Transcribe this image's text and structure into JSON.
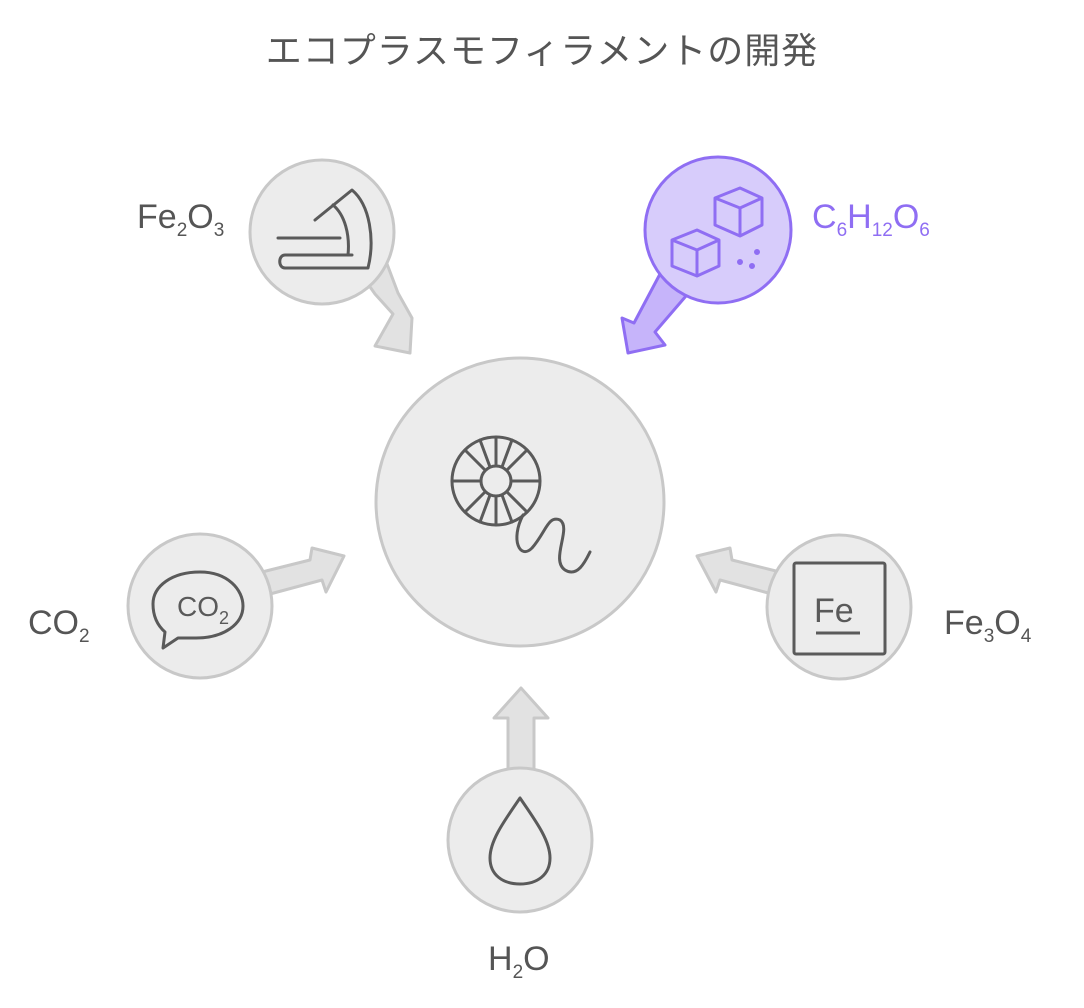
{
  "title": "エコプラスモフィラメントの開発",
  "colors": {
    "node_fill": "#ececec",
    "node_stroke": "#c8c8c8",
    "icon_stroke": "#5a5a5a",
    "accent_fill": "#d7ccfb",
    "accent_stroke": "#8f6ef3"
  },
  "center": {
    "icon": "filament-spool-icon"
  },
  "inputs": [
    {
      "id": "fe2o3",
      "icon": "microscope-icon",
      "label": {
        "base1": "Fe",
        "sub1": "2",
        "base2": "O",
        "sub2": "3"
      },
      "highlighted": false
    },
    {
      "id": "glucose",
      "icon": "sugar-cubes-icon",
      "label": {
        "base1": "C",
        "sub1": "6",
        "base2": "H",
        "sub2": "12",
        "base3": "O",
        "sub3": "6"
      },
      "highlighted": true
    },
    {
      "id": "co2",
      "icon": "co2-speech-bubble-icon",
      "label": {
        "base1": "CO",
        "sub1": "2"
      },
      "highlighted": false
    },
    {
      "id": "fe3o4",
      "icon": "fe-element-icon",
      "label": {
        "base1": "Fe",
        "sub1": "3",
        "base2": "O",
        "sub2": "4"
      },
      "highlighted": false
    },
    {
      "id": "h2o",
      "icon": "water-drop-icon",
      "label": {
        "base1": "H",
        "sub1": "2",
        "base2": "O"
      },
      "highlighted": false
    }
  ],
  "fe_icon_text": "Fe",
  "co2_icon_text": "CO",
  "co2_icon_sub": "2"
}
